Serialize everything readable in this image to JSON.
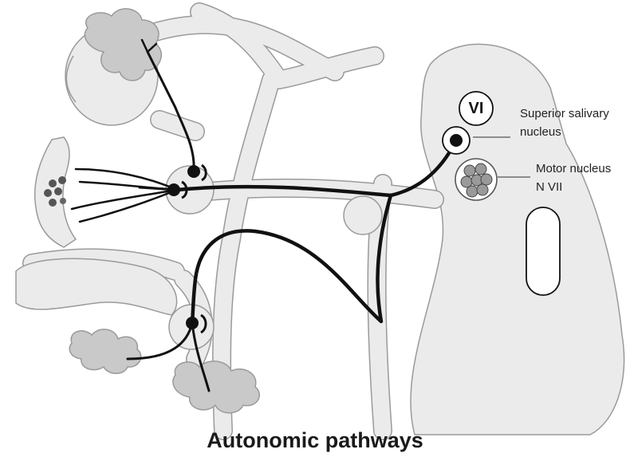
{
  "title": "Autonomic pathways",
  "labels": {
    "cranial_nerve_numeral": "VI",
    "superior_salivary_nucleus_line1": "Superior salivary",
    "superior_salivary_nucleus_line2": "nucleus",
    "motor_nucleus_line1": "Motor nucleus",
    "motor_nucleus_line2": "N VII"
  },
  "colors": {
    "tissue_fill": "#ebebeb",
    "tissue_outline": "#9a9a9a",
    "gland_fill": "#c9c9c9",
    "pathway": "#111111",
    "background": "#ffffff"
  }
}
